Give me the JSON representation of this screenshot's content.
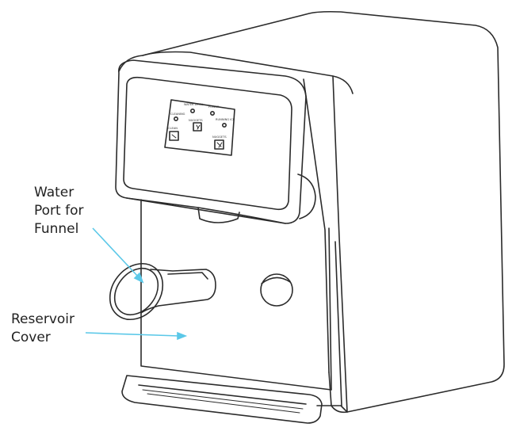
{
  "callouts": {
    "water_port": {
      "lines": [
        "Water",
        "Port for",
        "Funnel"
      ]
    },
    "reservoir": {
      "lines": [
        "Reservoir",
        "Cover"
      ]
    }
  },
  "control_panel": {
    "labels": {
      "water_level": "WATER LEVEL",
      "power": "POWER",
      "cleaning": "CLEANING",
      "running_ice": "RUNNING ICE",
      "nugget_left": "NUGGETS",
      "nugget_right": "NUGGETS",
      "clean": "CLEAN",
      "button_left": "NUGGETS",
      "button_right": "NUGGETS"
    }
  },
  "colors": {
    "line": "#2b2b2b",
    "callout_arrow": "#5bc8e8",
    "background": "#ffffff"
  }
}
